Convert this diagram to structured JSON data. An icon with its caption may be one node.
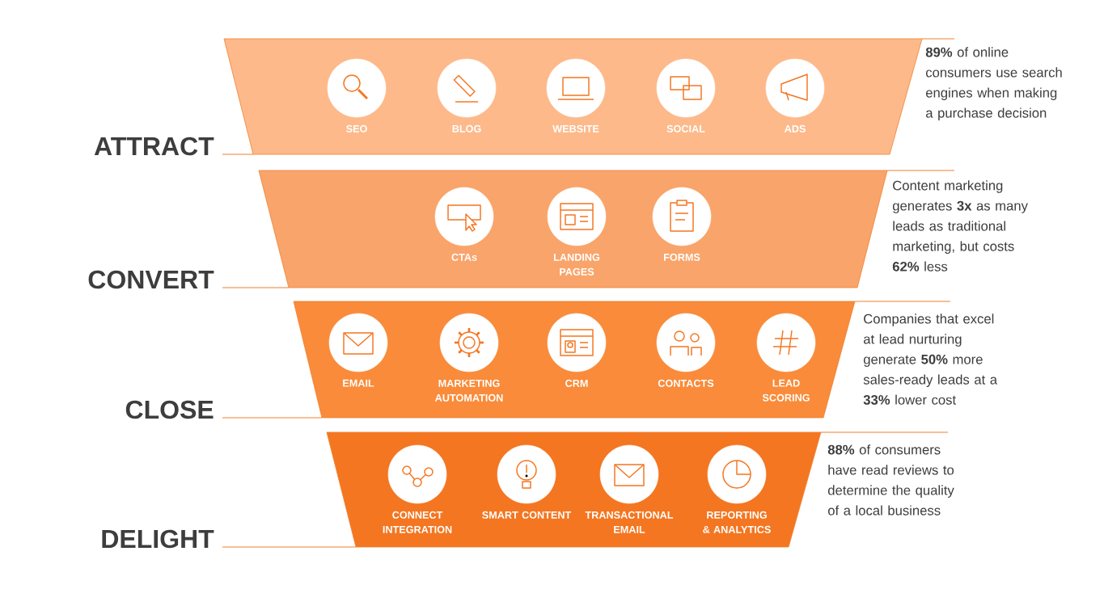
{
  "diagram": {
    "nodes": [
      {
        "text": [
          "ATTRACT"
        ],
        "beside": [
          "**89%** of online consumers use search engines when making a purchase decision"
        ]
      },
      {
        "text": [
          "SEO"
        ],
        "in": 0
      },
      {
        "text": [
          "BLOG"
        ],
        "in": 0
      },
      {
        "text": [
          "WEBSITE"
        ],
        "in": 0
      },
      {
        "text": [
          "SOCIAL"
        ],
        "in": 0
      },
      {
        "text": [
          "ADS"
        ],
        "in": 0
      },
      {
        "text": [
          "CONVERT"
        ],
        "beside": [
          "Content marketing generates **3x** as many leads as traditional marketing, but costs **62%** less"
        ]
      },
      {
        "text": [
          "CTAs"
        ],
        "in": 6
      },
      {
        "text": [
          "LANDING PAGES"
        ],
        "in": 6
      },
      {
        "text": [
          "FORMS"
        ],
        "in": 6
      },
      {
        "text": [
          "CLOSE"
        ],
        "beside": [
          "Companies that excel at lead nurturing generate **50%** more sales-ready leads at a **33%** lower cost"
        ]
      },
      {
        "text": [
          "EMAIL"
        ],
        "in": 10
      },
      {
        "text": [
          "MARKETING AUTOMATION"
        ],
        "in": 10
      },
      {
        "text": [
          "CRM"
        ],
        "in": 10
      },
      {
        "text": [
          "CONTACTS"
        ],
        "in": 10
      },
      {
        "text": [
          "LEAD SCORING"
        ],
        "in": 10
      },
      {
        "text": [
          "DELIGHT"
        ],
        "beside": [
          "**88%** of consumers have read reviews to determine the quality of a local business"
        ]
      },
      {
        "text": [
          "CONNECT INTEGRATION"
        ],
        "in": 16
      },
      {
        "text": [
          "SMART CONTENT"
        ],
        "in": 16
      },
      {
        "text": [
          "TRANSACTIONAL EMAIL"
        ],
        "in": 16
      },
      {
        "text": [
          "REPORTING & ANALYTICS"
        ],
        "in": 16
      }
    ]
  }
}
